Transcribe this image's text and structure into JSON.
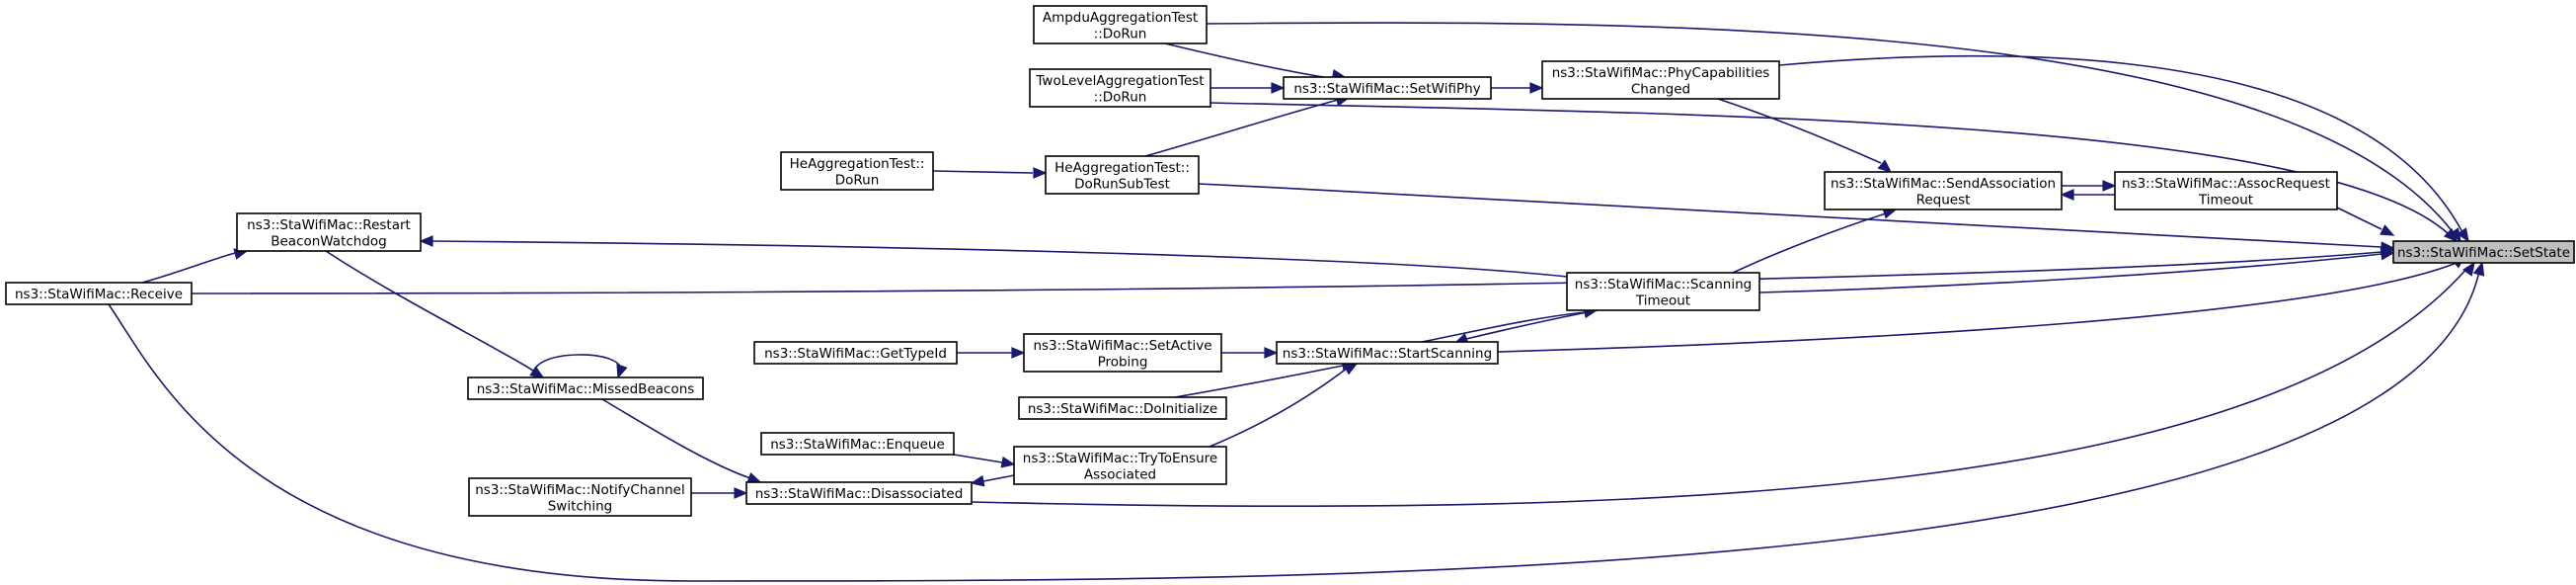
{
  "diagram": {
    "title": "",
    "colors": {
      "edge": "#191970",
      "node_border": "#000000",
      "highlight_fill": "#bfbfbf",
      "background": "#ffffff"
    },
    "nodes": [
      {
        "id": "setstate",
        "lines": [
          "ns3::StaWifiMac::SetState"
        ],
        "highlighted": true
      },
      {
        "id": "ampdu",
        "lines": [
          "AmpduAggregationTest",
          "::DoRun"
        ]
      },
      {
        "id": "twolevel",
        "lines": [
          "TwoLevelAggregationTest",
          "::DoRun"
        ]
      },
      {
        "id": "setwifiphy",
        "lines": [
          "ns3::StaWifiMac::SetWifiPhy"
        ]
      },
      {
        "id": "phycap",
        "lines": [
          "ns3::StaWifiMac::PhyCapabilities",
          "Changed"
        ]
      },
      {
        "id": "heagg",
        "lines": [
          "HeAggregationTest::",
          "DoRun"
        ]
      },
      {
        "id": "hesub",
        "lines": [
          "HeAggregationTest::",
          "DoRunSubTest"
        ]
      },
      {
        "id": "sendassoc",
        "lines": [
          "ns3::StaWifiMac::SendAssociation",
          "Request"
        ]
      },
      {
        "id": "assocreq",
        "lines": [
          "ns3::StaWifiMac::AssocRequest",
          "Timeout"
        ]
      },
      {
        "id": "restart",
        "lines": [
          "ns3::StaWifiMac::Restart",
          "BeaconWatchdog"
        ]
      },
      {
        "id": "receive",
        "lines": [
          "ns3::StaWifiMac::Receive"
        ]
      },
      {
        "id": "scantimeout",
        "lines": [
          "ns3::StaWifiMac::Scanning",
          "Timeout"
        ]
      },
      {
        "id": "gettypeid",
        "lines": [
          "ns3::StaWifiMac::GetTypeId"
        ]
      },
      {
        "id": "setactive",
        "lines": [
          "ns3::StaWifiMac::SetActive",
          "Probing"
        ]
      },
      {
        "id": "startscan",
        "lines": [
          "ns3::StaWifiMac::StartScanning"
        ]
      },
      {
        "id": "missed",
        "lines": [
          "ns3::StaWifiMac::MissedBeacons"
        ]
      },
      {
        "id": "doinit",
        "lines": [
          "ns3::StaWifiMac::DoInitialize"
        ]
      },
      {
        "id": "enqueue",
        "lines": [
          "ns3::StaWifiMac::Enqueue"
        ]
      },
      {
        "id": "tryensure",
        "lines": [
          "ns3::StaWifiMac::TryToEnsure",
          "Associated"
        ]
      },
      {
        "id": "notify",
        "lines": [
          "ns3::StaWifiMac::NotifyChannel",
          "Switching"
        ]
      },
      {
        "id": "disassoc",
        "lines": [
          "ns3::StaWifiMac::Disassociated"
        ]
      }
    ],
    "edges": [
      {
        "from": "ampdu",
        "to": "setwifiphy"
      },
      {
        "from": "twolevel",
        "to": "setwifiphy"
      },
      {
        "from": "hesub",
        "to": "setwifiphy"
      },
      {
        "from": "heagg",
        "to": "hesub"
      },
      {
        "from": "setwifiphy",
        "to": "phycap"
      },
      {
        "from": "ampdu",
        "to": "setstate"
      },
      {
        "from": "phycap",
        "to": "setstate"
      },
      {
        "from": "twolevel",
        "to": "setstate"
      },
      {
        "from": "hesub",
        "to": "setstate"
      },
      {
        "from": "phycap",
        "to": "sendassoc"
      },
      {
        "from": "assocreq",
        "to": "sendassoc"
      },
      {
        "from": "sendassoc",
        "to": "assocreq"
      },
      {
        "from": "assocreq",
        "to": "setstate"
      },
      {
        "from": "scantimeout",
        "to": "sendassoc"
      },
      {
        "from": "scantimeout",
        "to": "restart"
      },
      {
        "from": "receive",
        "to": "restart"
      },
      {
        "from": "receive",
        "to": "setstate"
      },
      {
        "from": "scantimeout",
        "to": "setstate"
      },
      {
        "from": "scantimeout",
        "to": "startscan"
      },
      {
        "from": "startscan",
        "to": "scantimeout"
      },
      {
        "from": "startscan",
        "to": "setstate"
      },
      {
        "from": "gettypeid",
        "to": "setactive"
      },
      {
        "from": "setactive",
        "to": "startscan"
      },
      {
        "from": "doinit",
        "to": "startscan"
      },
      {
        "from": "tryensure",
        "to": "startscan"
      },
      {
        "from": "restart",
        "to": "missed"
      },
      {
        "from": "missed",
        "to": "missed"
      },
      {
        "from": "enqueue",
        "to": "tryensure"
      },
      {
        "from": "tryensure",
        "to": "disassoc"
      },
      {
        "from": "missed",
        "to": "disassoc"
      },
      {
        "from": "notify",
        "to": "disassoc"
      },
      {
        "from": "disassoc",
        "to": "setstate"
      },
      {
        "from": "receive",
        "to": "setstate"
      }
    ]
  }
}
